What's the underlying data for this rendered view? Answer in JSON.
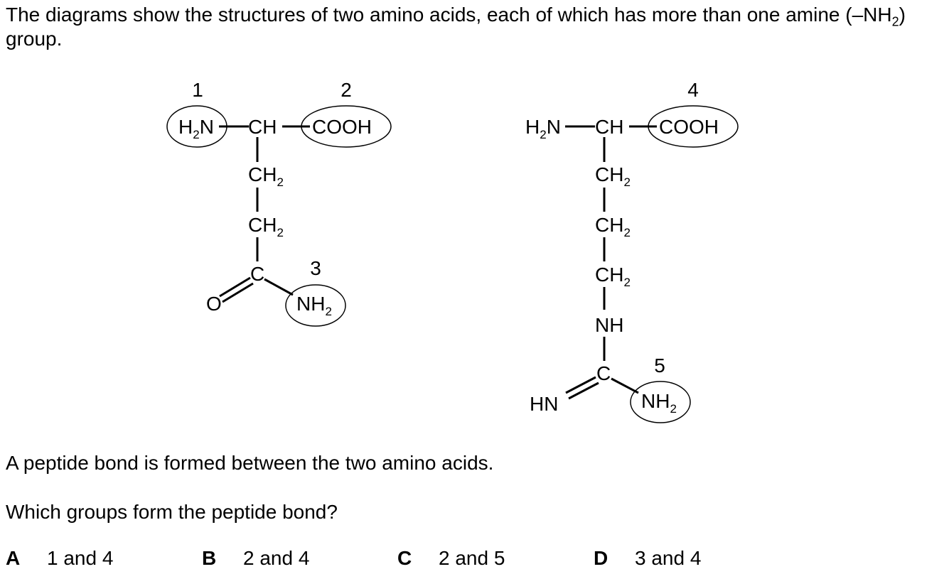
{
  "question": {
    "intro_part1": "The diagrams show the structures of two amino acids, each of which has more than one amine (–NH",
    "intro_sub": "2",
    "intro_part2": ") group.",
    "statement": "A peptide bond is formed between the two amino acids.",
    "prompt": "Which groups form the peptide bond?"
  },
  "diagram": {
    "labels": [
      "1",
      "2",
      "3",
      "4",
      "5"
    ],
    "acid1": {
      "amine_H": "H",
      "amine_sub": "2",
      "amine_N": "N",
      "ch": "CH",
      "cooh": "COOH",
      "ch2_C": "CH",
      "ch2_sub": "2",
      "carbon": "C",
      "oxygen": "O",
      "nh2_N": "NH",
      "nh2_sub": "2"
    },
    "acid2": {
      "amine_H": "H",
      "amine_sub": "2",
      "amine_N": "N",
      "ch": "CH",
      "cooh": "COOH",
      "ch2_C": "CH",
      "ch2_sub": "2",
      "nh": "NH",
      "carbon": "C",
      "hn": "HN",
      "nh2_N": "NH",
      "nh2_sub": "2"
    }
  },
  "options": [
    {
      "letter": "A",
      "text": "1 and 4"
    },
    {
      "letter": "B",
      "text": "2 and 4"
    },
    {
      "letter": "C",
      "text": "2 and 5"
    },
    {
      "letter": "D",
      "text": "3 and 4"
    }
  ]
}
